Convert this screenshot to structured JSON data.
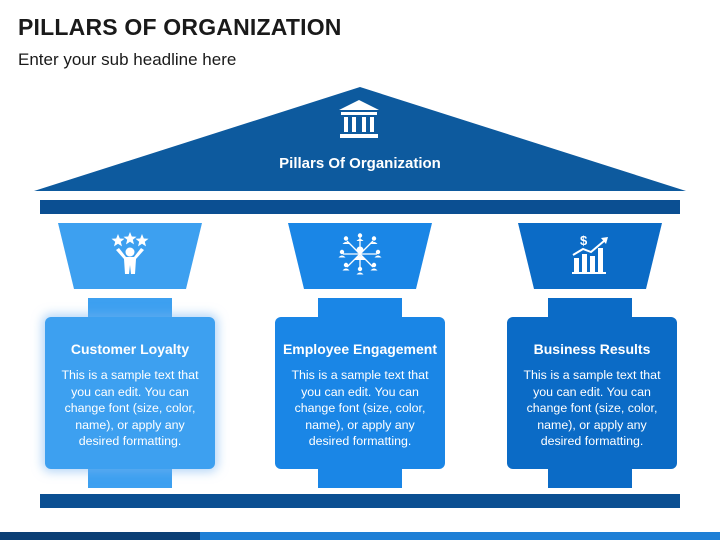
{
  "header": {
    "title": "PILLARS OF ORGANIZATION",
    "subtitle": "Enter your sub headline here"
  },
  "roof": {
    "label": "Pillars Of Organization",
    "icon": "bank-building-icon"
  },
  "pillars": [
    {
      "icon": "achiever-stars-icon",
      "title": "Customer Loyalty",
      "body": "This is a sample text that you can edit. You can change font (size, color, name), or apply any desired formatting."
    },
    {
      "icon": "network-people-icon",
      "title": "Employee Engagement",
      "body": "This is a sample text that you can edit. You can change font (size, color, name), or apply any desired formatting."
    },
    {
      "icon": "growth-chart-dollar-icon",
      "title": "Business Results",
      "body": "This is a sample text that you can edit. You can change font (size, color, name), or apply any desired formatting."
    }
  ],
  "colors": {
    "navy": "#0b4f92",
    "roof": "#0d5a9e",
    "pillar_light": "#3da0f0",
    "pillar_mid": "#1a86e6",
    "pillar_dark": "#0b6bc6"
  }
}
